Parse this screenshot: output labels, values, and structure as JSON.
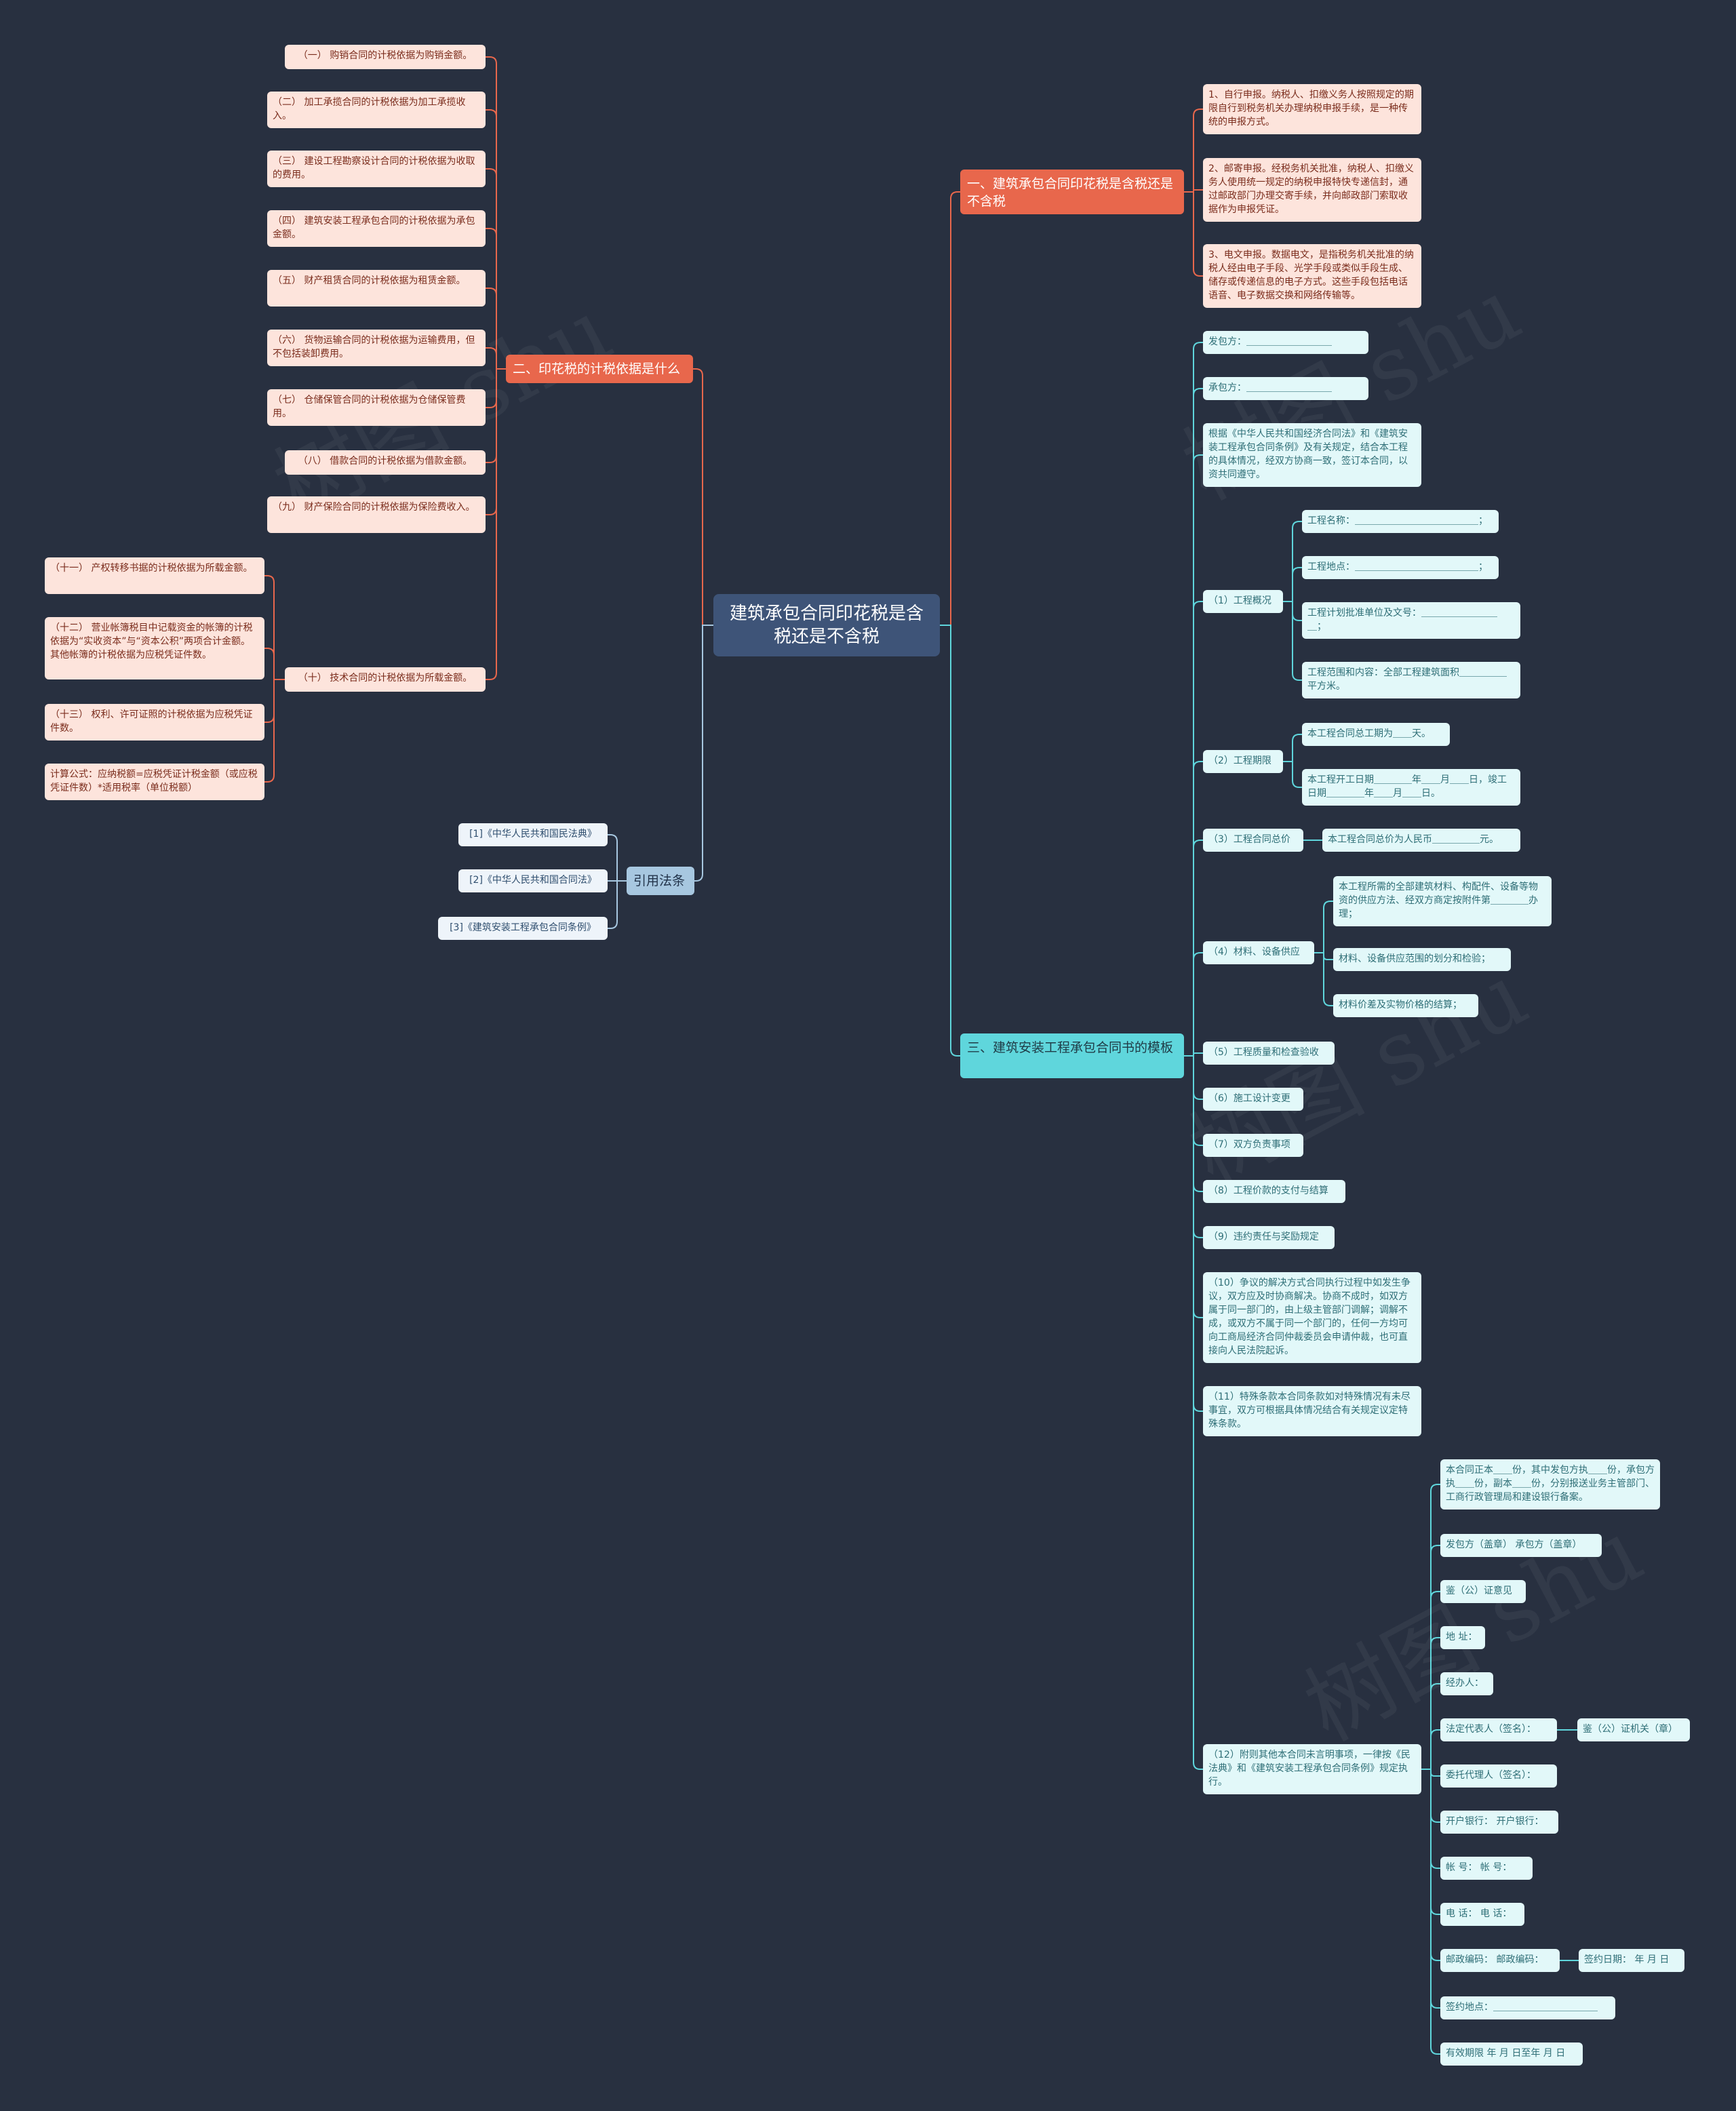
{
  "colors": {
    "background": "#283040",
    "root": "#3e5478",
    "orange": "#e8674c",
    "teal": "#5fd6dc",
    "blue": "#a7c7e0",
    "orange_line": "#e8674c",
    "teal_line": "#5fd6dc",
    "blue_line": "#a7c7e0"
  },
  "root": "建筑承包合同印花税是含税还是不含税",
  "branch1": {
    "title": "一、建筑承包合同印花税是含税还是不含税",
    "items": [
      "1、自行申报。纳税人、扣缴义务人按照规定的期限自行到税务机关办理纳税申报手续，是一种传统的申报方式。",
      "2、邮寄申报。经税务机关批准，纳税人、扣缴义务人使用统一规定的纳税申报特快专递信封，通过邮政部门办理交寄手续，并向邮政部门索取收据作为申报凭证。",
      "3、电文申报。数据电文，是指税务机关批准的纳税人经由电子手段、光学手段或类似手段生成、储存或传递信息的电子方式。这些手段包括电话语音、电子数据交换和网络传输等。"
    ]
  },
  "branch2": {
    "title": "二、印花税的计税依据是什么",
    "items": [
      "（一） 购销合同的计税依据为购销金额。",
      "（二） 加工承揽合同的计税依据为加工承揽收入。",
      "（三） 建设工程勘察设计合同的计税依据为收取的费用。",
      "（四） 建筑安装工程承包合同的计税依据为承包金额。",
      "（五） 财产租赁合同的计税依据为租赁金额。",
      "（六） 货物运输合同的计税依据为运输费用，但不包括装卸费用。",
      "（七） 仓储保管合同的计税依据为仓储保管费用。",
      "（八） 借款合同的计税依据为借款金额。",
      "（九） 财产保险合同的计税依据为保险费收入。",
      "（十） 技术合同的计税依据为所载金额。"
    ],
    "sub_items": [
      "（十一） 产权转移书据的计税依据为所载金额。",
      "（十二） 营业帐簿税目中记载资金的帐簿的计税依据为“实收资本”与“资本公积”两项合计金额。其他帐簿的计税依据为应税凭证件数。",
      "（十三） 权利、许可证照的计税依据为应税凭证件数。",
      "计算公式：应纳税额=应税凭证计税金额（或应税凭证件数）*适用税率（单位税额）"
    ]
  },
  "branch3": {
    "title": "三、建筑安装工程承包合同书的模板",
    "items": {
      "fabaofang": "发包方：＿＿＿＿＿＿＿＿＿",
      "chengbaofang": "承包方：＿＿＿＿＿＿＿＿＿",
      "genju": "根据《中华人民共和国经济合同法》和《建筑安装工程承包合同条例》及有关规定，结合本工程的具体情况，经双方协商一致，签订本合同，以资共同遵守。",
      "c1": "（1）工程概况",
      "c1_items": [
        "工程名称：＿＿＿＿＿＿＿＿＿＿＿＿＿；",
        "工程地点：＿＿＿＿＿＿＿＿＿＿＿＿＿；",
        "工程计划批准单位及文号：＿＿＿＿＿＿＿＿＿；",
        "工程范围和内容：全部工程建筑面积＿＿＿＿＿平方米。"
      ],
      "c2": "（2）工程期限",
      "c2_items": [
        "本工程合同总工期为＿＿天。",
        "本工程开工日期＿＿＿＿年＿＿月＿＿日，竣工日期＿＿＿＿年＿＿月＿＿日。"
      ],
      "c3": "（3）工程合同总价",
      "c3_item": "本工程合同总价为人民币＿＿＿＿＿元。",
      "c4": "（4）材料、设备供应",
      "c4_items": [
        "本工程所需的全部建筑材料、构配件、设备等物资的供应方法、经双方商定按附件第＿＿＿＿办理；",
        "材料、设备供应范围的划分和检验；",
        "材料价差及实物价格的结算；"
      ],
      "c5": "（5）工程质量和检查验收",
      "c6": "（6）施工设计变更",
      "c7": "（7）双方负责事项",
      "c8": "（8）工程价款的支付与结算",
      "c9": "（9）违约责任与奖励规定",
      "c10": "（10）争议的解决方式合同执行过程中如发生争议，双方应及时协商解决。协商不成时，如双方属于同一部门的，由上级主管部门调解；调解不成，或双方不属于同一个部门的，任何一方均可向工商局经济合同仲裁委员会申请仲裁，也可直接向人民法院起诉。",
      "c11": "（11）特殊条款本合同条款如对特殊情况有未尽事宜，双方可根据具体情况结合有关规定议定特殊条款。",
      "c12": "（12）附则其他本合同未言明事项，一律按《民法典》和《建筑安装工程承包合同条例》规定执行。",
      "c12_items": [
        "本合同正本＿＿份，其中发包方执＿＿份，承包方执＿＿份，副本＿＿份，分别报送业务主管部门、工商行政管理局和建设银行备案。",
        "发包方（盖章）  承包方（盖章）",
        "鉴（公）证意见",
        "地 址：",
        "经办人：",
        "法定代表人（签名）：",
        "委托代理人（签名）：",
        "开户银行：  开户银行：",
        "帐 号：  帐 号：",
        "电 话：  电 话：",
        "邮政编码：  邮政编码：",
        "签约地点：＿＿＿＿＿＿＿＿＿＿＿",
        "有效期限 年 月 日至年 月 日"
      ],
      "legal_rep_sub": "鉴（公）证机关（章）",
      "postal_sub": "签约日期：  年 月 日"
    }
  },
  "branch4": {
    "title": "引用法条",
    "items": [
      "[1]《中华人民共和国民法典》",
      "[2]《中华人民共和国合同法》",
      "[3]《建筑安装工程承包合同条例》"
    ]
  }
}
